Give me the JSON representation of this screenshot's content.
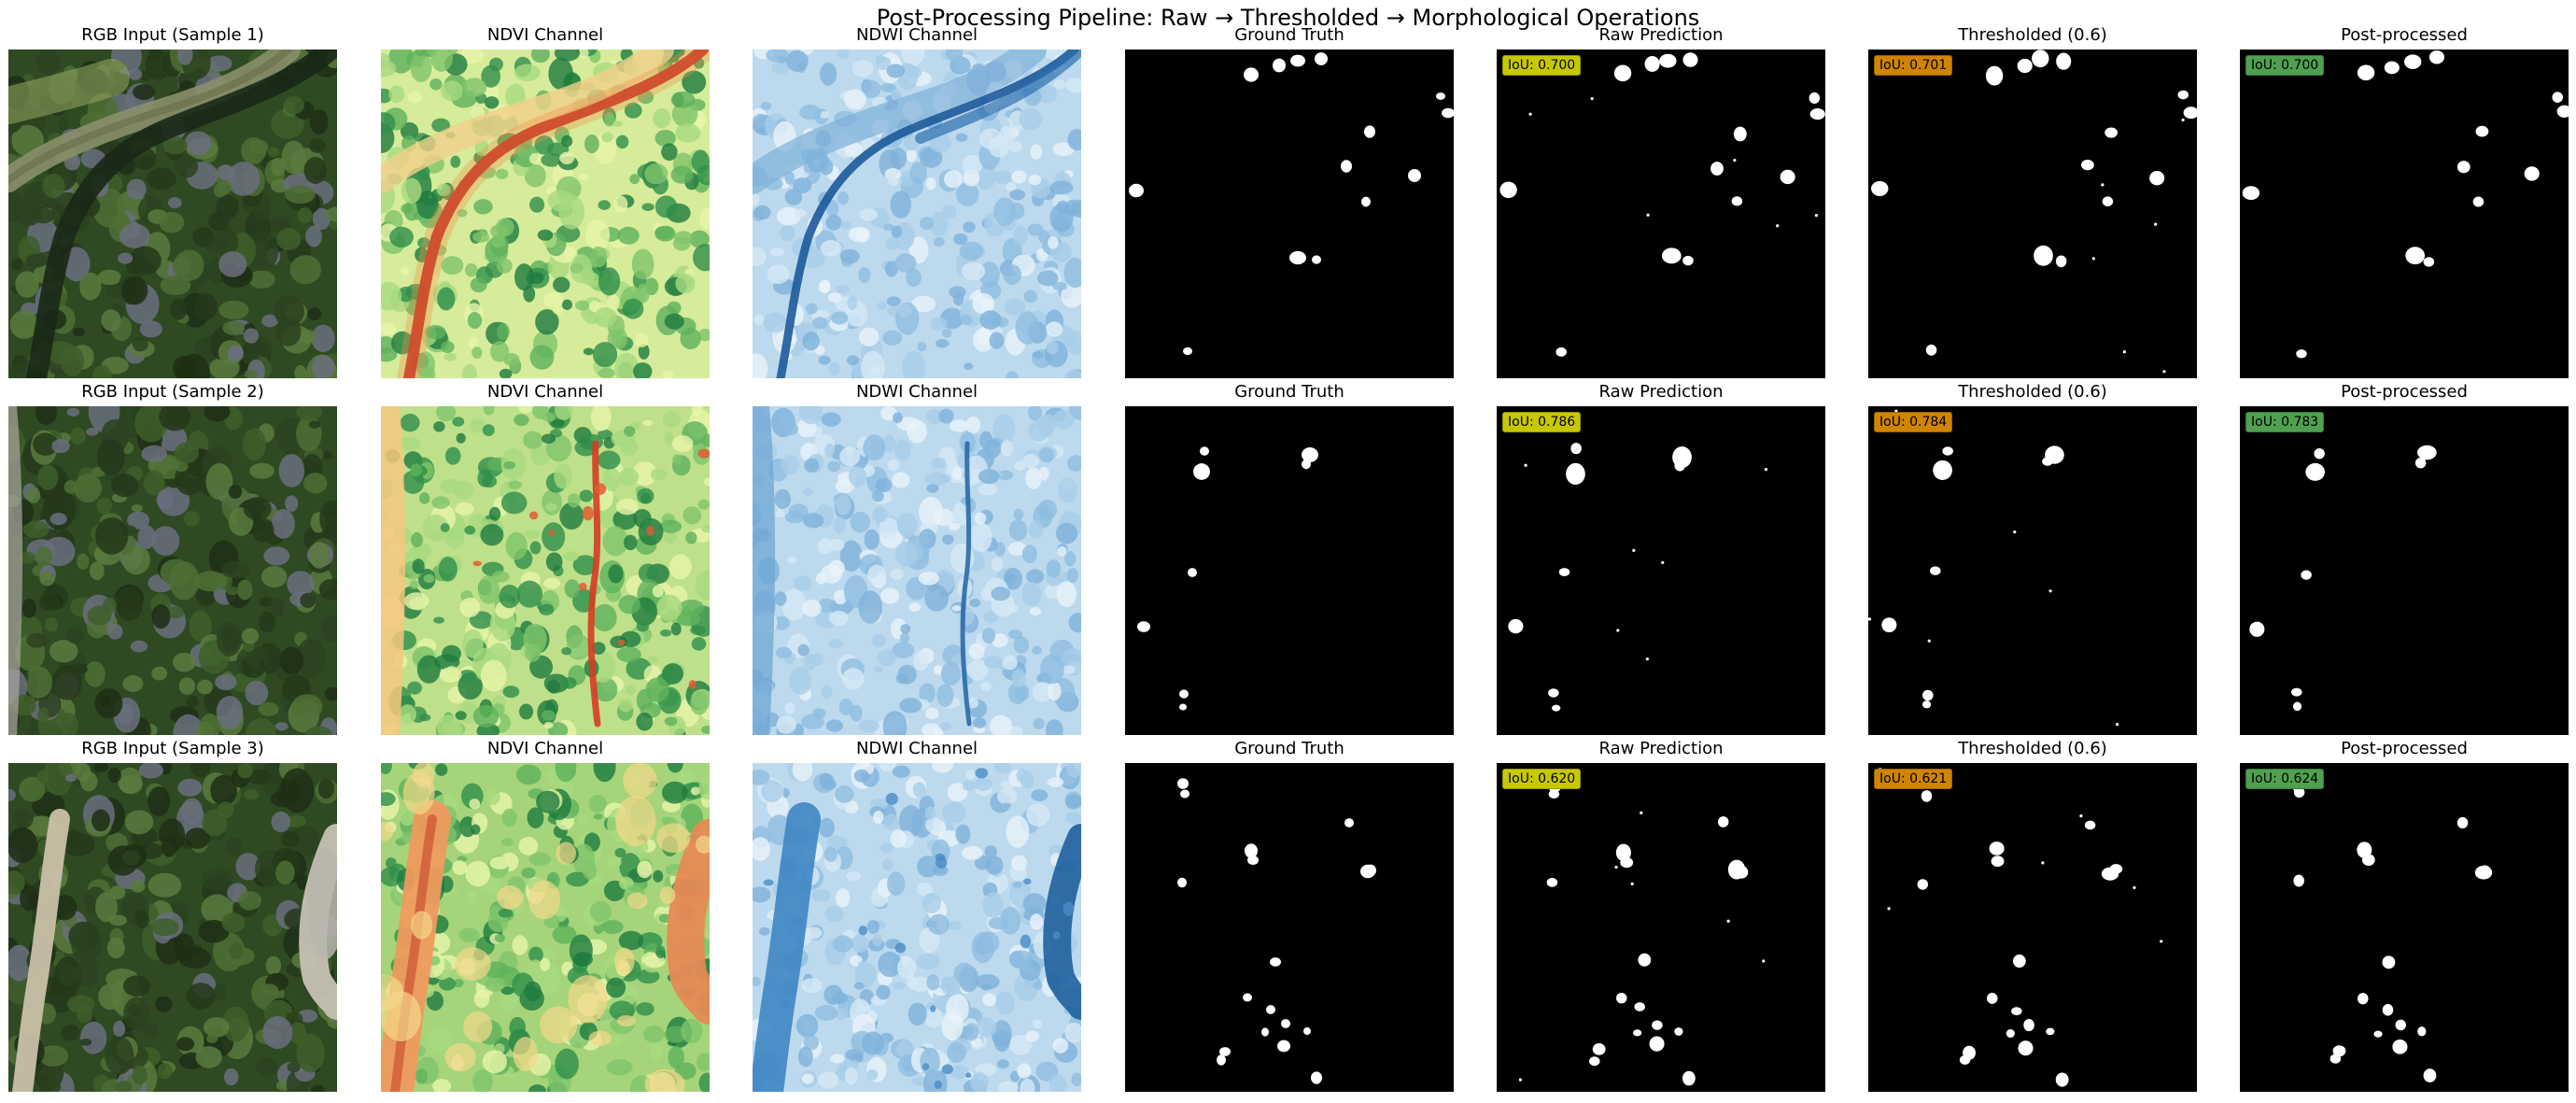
{
  "figure": {
    "suptitle": "Post-Processing Pipeline: Raw → Thresholded → Morphological Operations"
  },
  "columns": [
    "RGB Input",
    "NDVI Channel",
    "NDWI Channel",
    "Ground Truth",
    "Raw Prediction",
    "Thresholded (0.6)",
    "Post-processed"
  ],
  "badge_colors": {
    "raw": "#c8c800",
    "thresholded": "#d08400",
    "postprocessed": "#4fa04f"
  },
  "rows": [
    {
      "rgb_title": "RGB Input (Sample 1)",
      "ndvi_title": "NDVI Channel",
      "ndwi_title": "NDWI Channel",
      "gt_title": "Ground Truth",
      "raw_title": "Raw Prediction",
      "thr_title": "Thresholded (0.6)",
      "post_title": "Post-processed",
      "iou_raw": "IoU: 0.700",
      "iou_thr": "IoU: 0.701",
      "iou_post": "IoU: 0.700"
    },
    {
      "rgb_title": "RGB Input (Sample 2)",
      "ndvi_title": "NDVI Channel",
      "ndwi_title": "NDWI Channel",
      "gt_title": "Ground Truth",
      "raw_title": "Raw Prediction",
      "thr_title": "Thresholded (0.6)",
      "post_title": "Post-processed",
      "iou_raw": "IoU: 0.786",
      "iou_thr": "IoU: 0.784",
      "iou_post": "IoU: 0.783"
    },
    {
      "rgb_title": "RGB Input (Sample 3)",
      "ndvi_title": "NDVI Channel",
      "ndwi_title": "NDWI Channel",
      "gt_title": "Ground Truth",
      "raw_title": "Raw Prediction",
      "thr_title": "Thresholded (0.6)",
      "post_title": "Post-processed",
      "iou_raw": "IoU: 0.620",
      "iou_thr": "IoU: 0.621",
      "iou_post": "IoU: 0.624"
    }
  ]
}
